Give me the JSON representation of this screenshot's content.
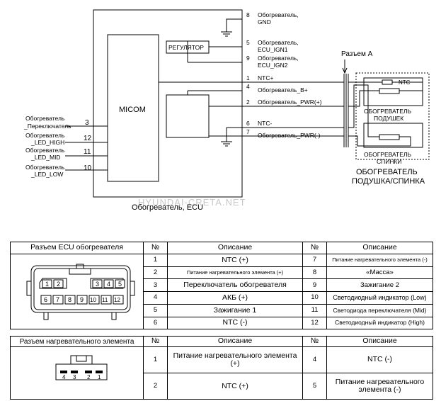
{
  "schematic": {
    "ecu_label": "Обогреватель, ECU",
    "micom_label": "MICOM",
    "regulator_label": "РЕГУЛЯТОР",
    "connector_a_label": "Разъем A",
    "watermark": "HYUNDAI-CRETA.NET",
    "right_pins": [
      {
        "num": "8",
        "label": "Обогреватель,",
        "label2": "GND"
      },
      {
        "num": "5",
        "label": "Обогреватель,",
        "label2": "ECU_IGN1"
      },
      {
        "num": "9",
        "label": "Обогреватель,",
        "label2": "ECU_IGN2"
      },
      {
        "num": "1",
        "label": "NTC+",
        "label2": ""
      },
      {
        "num": "4",
        "label": "Обогреватель_B+",
        "label2": ""
      },
      {
        "num": "2",
        "label": "Обогреватель_PWR(+)",
        "label2": ""
      },
      {
        "num": "6",
        "label": "NTC-",
        "label2": ""
      },
      {
        "num": "7",
        "label": "Обогреватель_PWR(-)",
        "label2": ""
      }
    ],
    "left_pins": [
      {
        "num": "3",
        "label": "Обогреватель",
        "label2": "_Переключатель"
      },
      {
        "num": "12",
        "label": "Обогреватель",
        "label2": "_LED_HIGH"
      },
      {
        "num": "11",
        "label": "Обогреватель",
        "label2": "_LED_MID"
      },
      {
        "num": "10",
        "label": "Обогреватель",
        "label2": "_LED_LOW"
      }
    ],
    "heater": {
      "ntc_label": "NTC",
      "cushion_label": "ОБОГРЕВАТЕЛЬ",
      "cushion_label2": "ПОДУШЕК",
      "back_label": "ОБОГРЕВАТЕЛЬ",
      "back_label2": "СПИНКИ",
      "caption": "ОБОГРЕВАТЕЛЬ",
      "caption2": "ПОДУШКА/СПИНКА"
    }
  },
  "ecu_table": {
    "title": "Разъем ECU обогревателя",
    "col_num": "№",
    "col_desc": "Описание",
    "connector_pins_top": [
      "1",
      "2",
      "3",
      "4",
      "5"
    ],
    "connector_pins_bottom": [
      "6",
      "7",
      "8",
      "9",
      "10",
      "11",
      "12"
    ],
    "rows": [
      {
        "n1": "1",
        "d1": "NTC (+)",
        "n2": "7",
        "d2": "Питание нагревательного элемента (-)"
      },
      {
        "n1": "2",
        "d1": "Питание нагревательного элемента (+)",
        "n2": "8",
        "d2": "«Масса»"
      },
      {
        "n1": "3",
        "d1": "Переключатель обогревателя",
        "n2": "9",
        "d2": "Зажигание 2"
      },
      {
        "n1": "4",
        "d1": "АКБ (+)",
        "n2": "10",
        "d2": "Светодиодный индикатор (Low)"
      },
      {
        "n1": "5",
        "d1": "Зажигание 1",
        "n2": "11",
        "d2": "Светодиода переключателя (Mid)"
      },
      {
        "n1": "6",
        "d1": "NTC (-)",
        "n2": "12",
        "d2": "Светодиодный индикатор (High)"
      }
    ]
  },
  "heater_table": {
    "title": "Разъем нагревательного элемента",
    "col_num": "№",
    "col_desc": "Описание",
    "connector_pins": [
      "4",
      "3",
      "2",
      "1"
    ],
    "rows": [
      {
        "n1": "1",
        "d1": "Питание нагревательного элемента (+)",
        "n2": "4",
        "d2": "NTC (-)"
      },
      {
        "n1": "2",
        "d1": "NTC (+)",
        "n2": "5",
        "d2": "Питание нагревательного элемента (-)"
      }
    ]
  }
}
